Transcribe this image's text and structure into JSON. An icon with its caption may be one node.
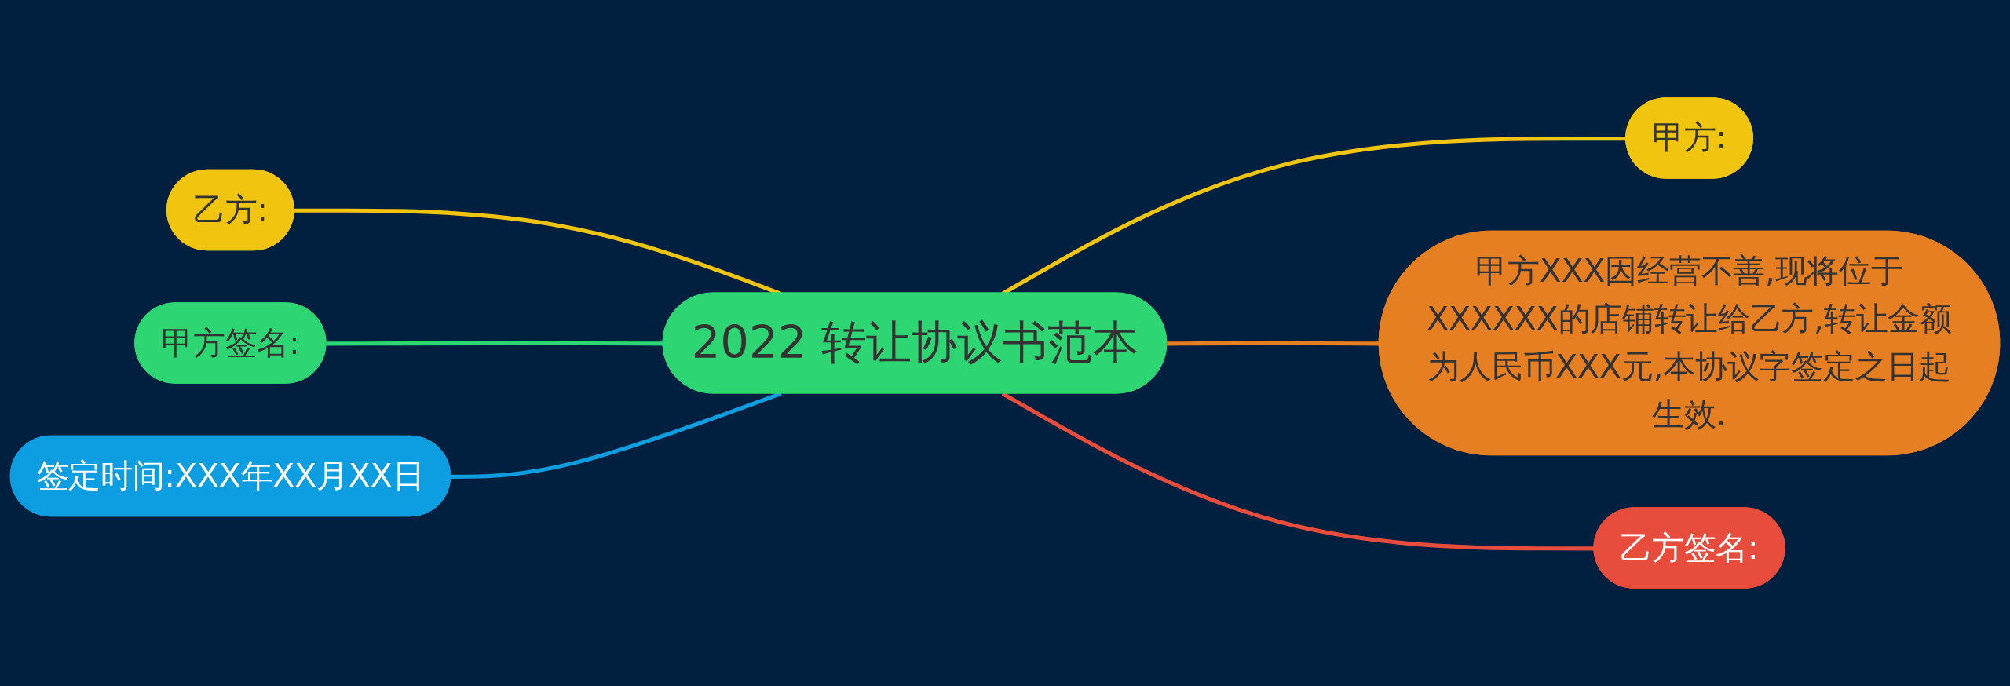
{
  "diagram": {
    "nodes": [
      {
        "text": [
          "2022 转让协议书范本"
        ]
      },
      {
        "text": [
          "甲方:"
        ]
      },
      {
        "text": [
          "甲方XXX因经营不善,现将位于XXXXXX的店铺转让给乙方,转让金额为人民币XXX元,本协议字签定之日起生效."
        ]
      },
      {
        "text": [
          "乙方签名:"
        ]
      },
      {
        "text": [
          "乙方:"
        ]
      },
      {
        "text": [
          "甲方签名:"
        ]
      },
      {
        "text": [
          "签定时间:XXX年XX月XX日"
        ]
      }
    ],
    "edges": [
      {
        "from": 0,
        "to": 1,
        "arrow": "none",
        "color": "#f1c40f"
      },
      {
        "from": 0,
        "to": 2,
        "arrow": "none",
        "color": "#e67e22"
      },
      {
        "from": 0,
        "to": 3,
        "arrow": "none",
        "color": "#e74c3c"
      },
      {
        "from": 4,
        "to": 0,
        "arrow": "none",
        "color": "#f1c40f"
      },
      {
        "from": 5,
        "to": 0,
        "arrow": "none",
        "color": "#2ed573"
      },
      {
        "from": 6,
        "to": 0,
        "arrow": "none",
        "color": "#0c9ee0"
      }
    ]
  }
}
